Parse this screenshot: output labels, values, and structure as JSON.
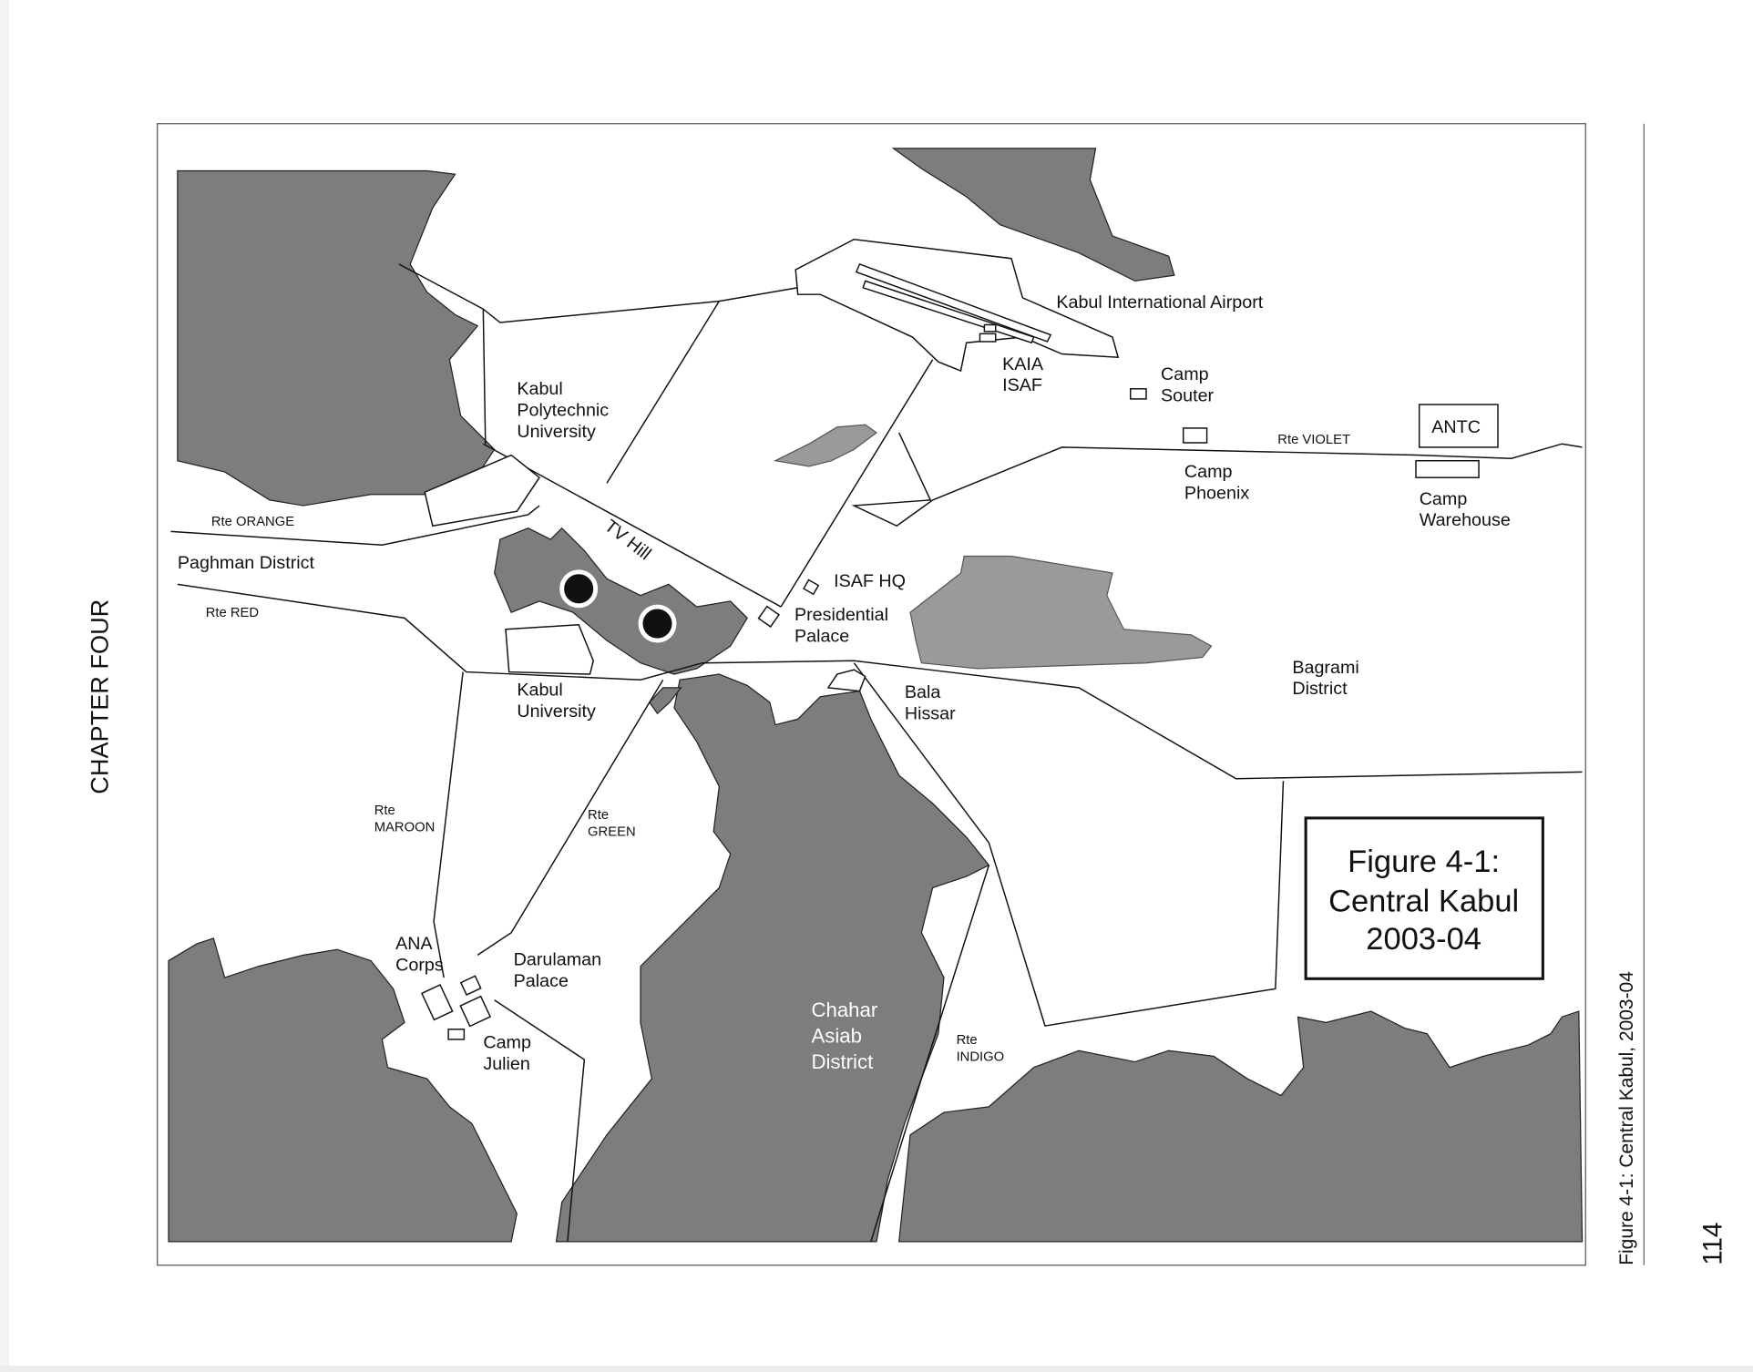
{
  "page": {
    "chapter": "CHAPTER FOUR",
    "caption": "Figure 4-1: Central Kabul, 2003-04",
    "page_number": "114"
  },
  "figure": {
    "title_lines": [
      "Figure 4-1:",
      "Central Kabul",
      "2003-04"
    ]
  },
  "labels": {
    "airport": "Kabul International Airport",
    "kaia": [
      "KAIA",
      "ISAF"
    ],
    "souter": [
      "Camp",
      "Souter"
    ],
    "phoenix": [
      "Camp",
      "Phoenix"
    ],
    "violet": "Rte VIOLET",
    "antc": "ANTC",
    "warehouse": [
      "Camp",
      "Warehouse"
    ],
    "polytechnic": [
      "Kabul",
      "Polytechnic",
      "University"
    ],
    "orange": "Rte ORANGE",
    "paghman": "Paghman District",
    "red": "Rte RED",
    "tvhill": "TV Hill",
    "isafhq": "ISAF HQ",
    "palace": [
      "Presidential",
      "Palace"
    ],
    "kabuluni": [
      "Kabul",
      "University"
    ],
    "bala": [
      "Bala",
      "Hissar"
    ],
    "bagrami": [
      "Bagrami",
      "District"
    ],
    "maroon": [
      "Rte",
      "MAROON"
    ],
    "green": [
      "Rte",
      "GREEN"
    ],
    "ana": [
      "ANA",
      "Corps"
    ],
    "darulaman": [
      "Darulaman",
      "Palace"
    ],
    "julien": [
      "Camp",
      "Julien"
    ],
    "chahar": [
      "Chahar",
      "Asiab",
      "District"
    ],
    "indigo": [
      "Rte",
      "INDIGO"
    ]
  }
}
